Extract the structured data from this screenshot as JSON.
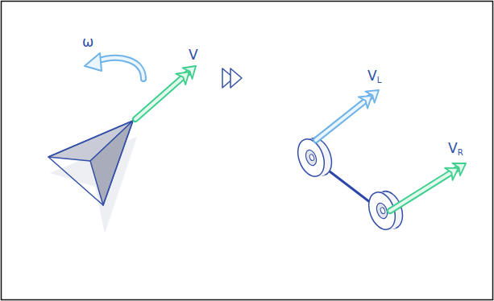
{
  "diagram": {
    "labels": [
      "ω",
      "V",
      "VL",
      "VR"
    ]
  }
}
